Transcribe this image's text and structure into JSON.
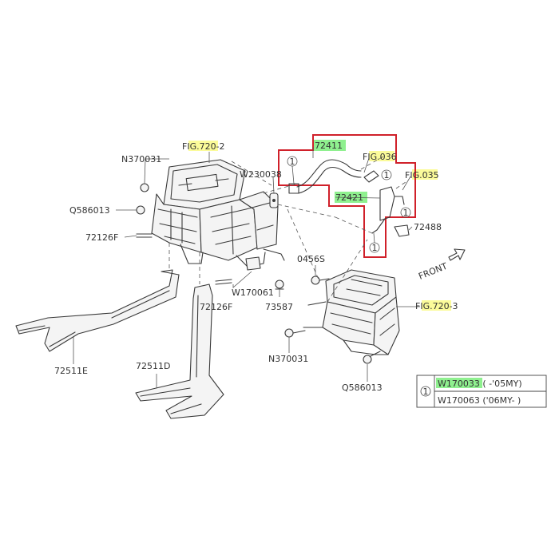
{
  "colors": {
    "highlight_yellow": "#fbfb9a",
    "highlight_green": "#8ff08f",
    "outline_red": "#d0202a",
    "line": "#3a3a3a",
    "text": "#333333"
  },
  "callouts": {
    "fig720_2": "FIG.720-2",
    "n370031_top": "N370031",
    "q586013_left": "Q586013",
    "p72126f_left": "72126F",
    "w230038": "W230038",
    "p72411": "72411",
    "fig036": "FIG.036",
    "fig035": "FIG.035",
    "p72421": "72421",
    "p72488": "72488",
    "p0456s": "0456S",
    "w170061": "W170061",
    "p72126f_mid": "72126F",
    "p73587": "73587",
    "fig720_3": "FIG.720-3",
    "n370031_bottom": "N370031",
    "q586013_bottom": "Q586013",
    "p72511e": "72511E",
    "p72511d": "72511D",
    "front": "FRONT"
  },
  "circle_ref": "1",
  "note_table": {
    "ref": "1",
    "row1": "W170033 (  -'05MY)",
    "row2": "W170063 ('06MY-  )"
  }
}
